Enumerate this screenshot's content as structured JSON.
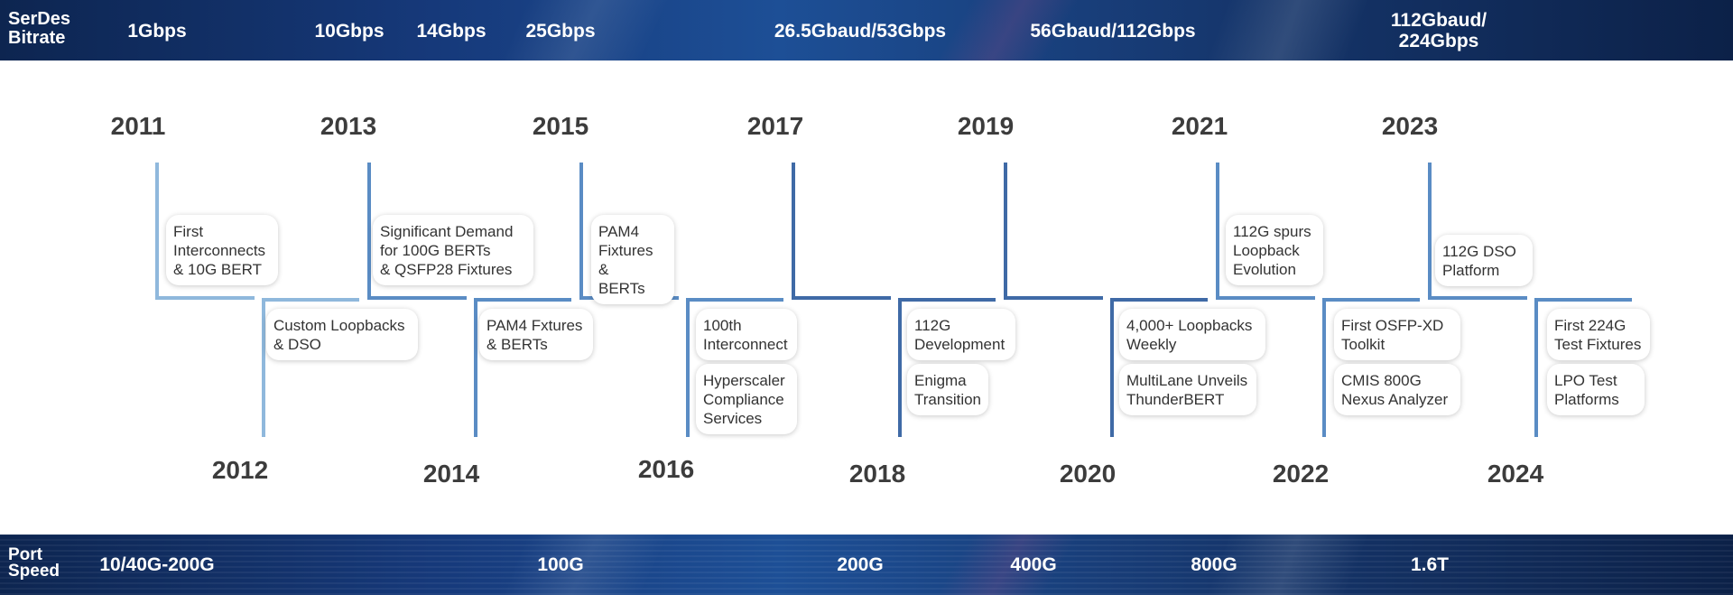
{
  "serdes": {
    "title_line1": "SerDes",
    "title_line2": "Bitrate",
    "rates": [
      "1Gbps",
      "10Gbps",
      "14Gbps",
      "25Gbps",
      "26.5Gbaud/53Gbps",
      "56Gbaud/112Gbps",
      "112Gbaud/\n224Gbps"
    ]
  },
  "port": {
    "title_line1": "Port",
    "title_line2": "Speed",
    "speeds": [
      "10/40G-200G",
      "100G",
      "200G",
      "400G",
      "800G",
      "1.6T"
    ]
  },
  "years_top": [
    "2011",
    "2013",
    "2015",
    "2017",
    "2019",
    "2021",
    "2023"
  ],
  "years_bottom": [
    "2012",
    "2014",
    "2016",
    "2018",
    "2020",
    "2022",
    "2024"
  ],
  "notes_top": [
    "First\nInterconnects\n& 10G BERT",
    "Significant Demand\nfor 100G BERTs\n& QSFP28 Fixtures",
    "PAM4\nFixtures &\nBERTs",
    "112G spurs\nLoopback\nEvolution",
    "112G DSO\nPlatform"
  ],
  "notes_bottom": [
    "Custom Loopbacks\n& DSO",
    "PAM4 Fxtures\n& BERTs",
    "100th\nInterconnect",
    "Hyperscaler\nCompliance\nServices",
    "112G\nDevelopment",
    "Enigma\nTransition",
    "4,000+ Loopbacks\nWeekly",
    "MultiLane Unveils\nThunderBERT",
    "First OSFP-XD\nToolkit",
    "CMIS 800G\nNexus Analyzer",
    "First 224G\nTest Fixtures",
    "LPO Test\nPlatforms"
  ],
  "colors": {
    "line_light": "#8fb8dc",
    "line_mid": "#5a8cc4",
    "line_dark": "#3f6aa6"
  }
}
